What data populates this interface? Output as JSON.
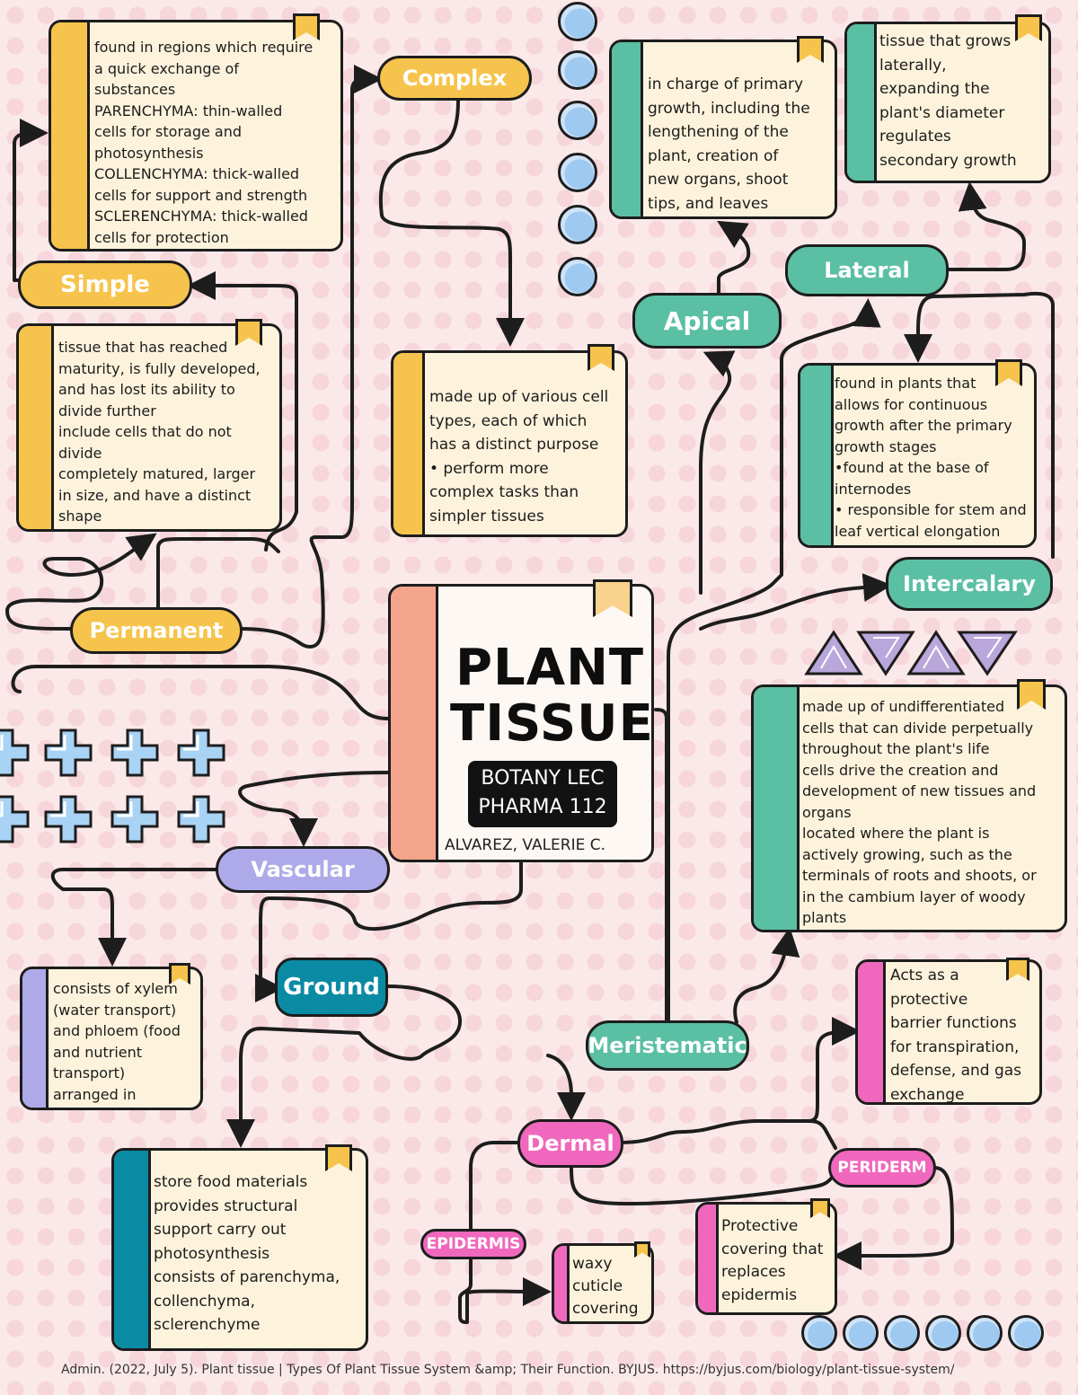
{
  "title": {
    "line1": "PLANT",
    "line2": "TISSUES",
    "course_line1": "BOTANY LEC",
    "course_line2": "PHARMA 112",
    "author": "ALVAREZ, VALERIE C."
  },
  "nodes": {
    "complex": "Complex",
    "simple": "Simple",
    "permanent": "Permanent",
    "vascular": "Vascular",
    "ground": "Ground",
    "dermal": "Dermal",
    "epidermis": "EPIDERMIS",
    "periderm": "PERIDERM",
    "meristematic": "Meristematic",
    "apical": "Apical",
    "lateral": "Lateral",
    "intercalary": "Intercalary"
  },
  "notes": {
    "simple": "found in regions which require\na quick exchange of\nsubstances\nPARENCHYMA: thin-walled\ncells for storage and\nphotosynthesis\nCOLLENCHYMA: thick-walled\ncells for support and strength\nSCLERENCHYMA: thick-walled\ncells for protection",
    "permanent": "tissue that has reached\nmaturity, is fully developed,\nand has lost its ability to\ndivide further\ninclude cells that do not\ndivide\ncompletely matured, larger\nin size, and have a distinct\nshape",
    "complex": "made up of various cell\ntypes, each of which\nhas a distinct purpose\n• perform more\ncomplex tasks than\nsimpler tissues",
    "apical": "in charge of primary\ngrowth, including the\nlengthening of the\nplant, creation of\nnew organs, shoot\ntips, and leaves",
    "lateral": "tissue that grows\nlaterally,\nexpanding the\nplant's diameter\n regulates\nsecondary growth",
    "intercalary": "found in plants that\nallows for continuous\ngrowth after the primary\ngrowth stages\n•found at the base of\ninternodes\n• responsible for stem and\nleaf vertical elongation",
    "meristematic": "made up of undifferentiated\ncells that can divide perpetually\nthroughout the plant's life\ncells drive the creation and\ndevelopment of new tissues and\norgans\nlocated where the plant is\nactively growing, such as the\nterminals of roots and shoots, or\nin the cambium layer of woody\nplants",
    "vascular": "consists of xylem\n(water transport)\nand phloem (food\nand nutrient\ntransport)\narranged in bundles",
    "ground": "store food materials\nprovides structural\nsupport carry out\nphotosynthesis\nconsists of parenchyma,\ncollenchyma,\nsclerenchyme",
    "dermal": "Acts as a\nprotective\nbarrier functions\nfor transpiration,\ndefense, and gas\nexchange",
    "periderm": "Protective\ncovering that\nreplaces\nepidermis",
    "epidermis": "waxy\ncuticle\ncovering"
  },
  "citation": "Admin. (2022, July 5). Plant tissue | Types Of Plant Tissue System &amp; Their Function. BYJUS. https://byjus.com/biology/plant-tissue-system/",
  "colors": {
    "background": "#fbe9ea",
    "card": "#fdf3dc",
    "yellow": "#f6c44d",
    "teal": "#5bbfa3",
    "lavender": "#aeaaea",
    "dark_teal": "#0b8aa3",
    "pink": "#f068bd",
    "salmon": "#f4a48a",
    "outline": "#1d1d1d"
  },
  "icons": [
    "bookmark-icon",
    "circle-dot-icon",
    "plus-icon",
    "triangle-icon"
  ]
}
